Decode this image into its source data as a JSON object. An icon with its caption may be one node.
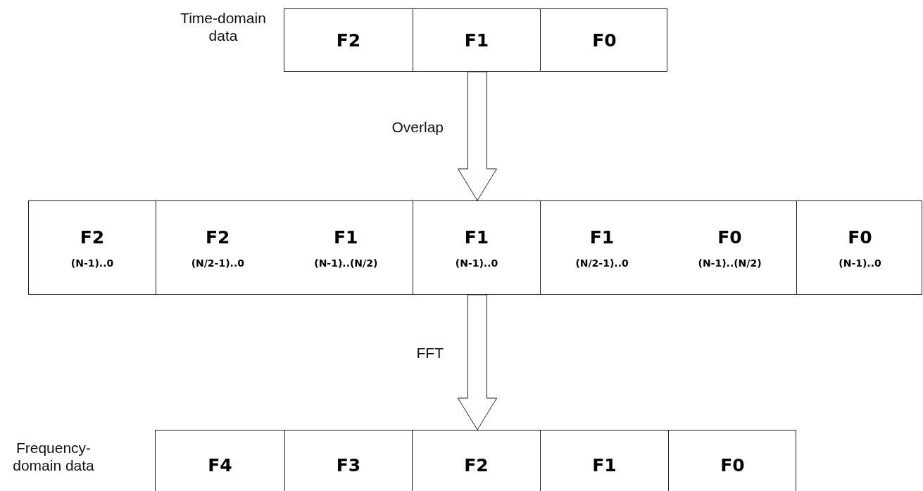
{
  "diagram": {
    "nodes": [
      {
        "text": [
          "Time-domain data"
        ]
      },
      {
        "text": [
          "F2"
        ],
        "in": 0
      },
      {
        "text": [
          "F1"
        ],
        "in": 0
      },
      {
        "text": [
          "F0"
        ],
        "in": 0
      },
      {
        "text": [],
        "shape": "box"
      },
      {
        "text": [
          "F2",
          "(N-1)..0"
        ],
        "in": 4
      },
      {
        "text": [
          "F2",
          "(N/2-1)..0",
          "F1",
          "(N-1)..(N/2)"
        ],
        "in": 4
      },
      {
        "text": [
          "F1",
          "(N-1)..0"
        ],
        "in": 4
      },
      {
        "text": [
          "F1",
          "(N/2-1)..0",
          "F0",
          "(N-1)..(N/2)"
        ],
        "in": 4
      },
      {
        "text": [
          "F0",
          "(N-1)..0"
        ],
        "in": 4
      },
      {
        "text": [
          "Frequency-domain data"
        ]
      },
      {
        "text": [
          "F4"
        ],
        "in": 10
      },
      {
        "text": [
          "F3"
        ],
        "in": 10
      },
      {
        "text": [
          "F2"
        ],
        "in": 10
      },
      {
        "text": [
          "F1"
        ],
        "in": 10
      },
      {
        "text": [
          "F0"
        ],
        "in": 10
      }
    ],
    "edges": [
      {
        "from": 0,
        "to": 4,
        "arrow": "to",
        "label": "Overlap"
      },
      {
        "from": 4,
        "to": 10,
        "arrow": "to",
        "label": "FFT"
      }
    ]
  }
}
